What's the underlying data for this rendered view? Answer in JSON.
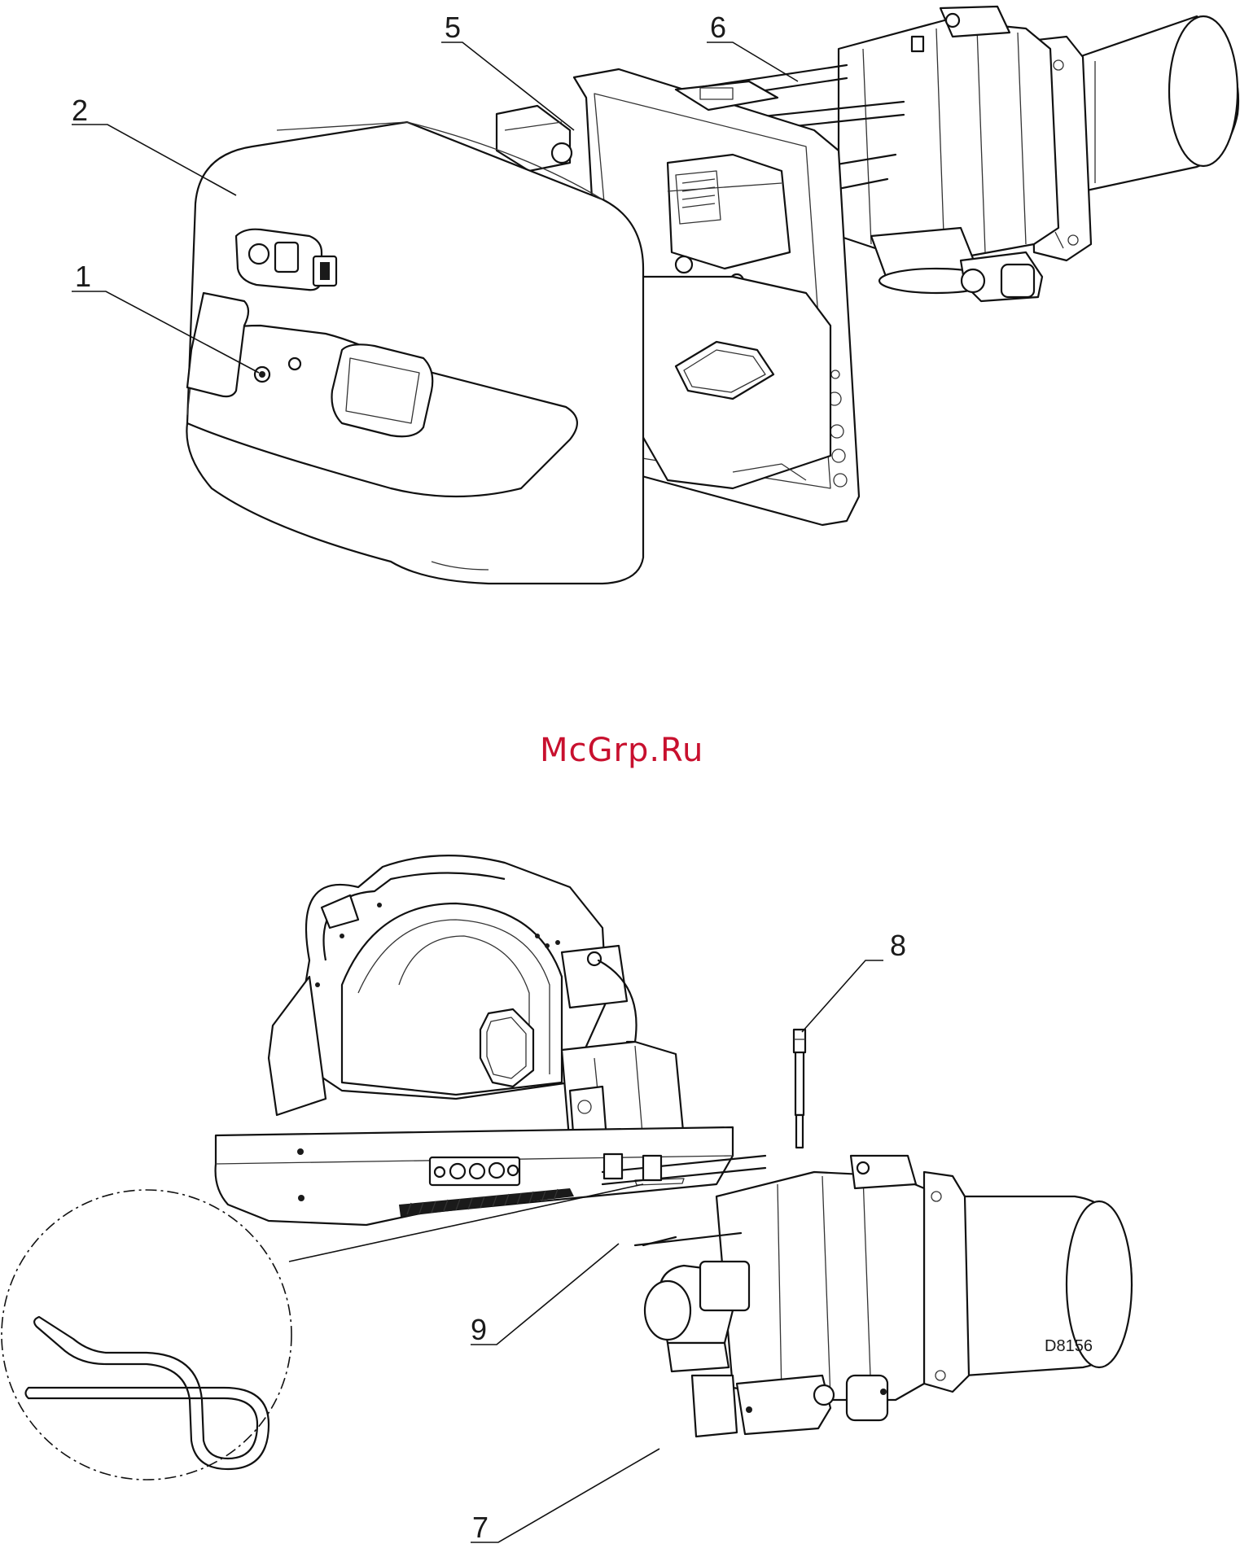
{
  "callouts": [
    {
      "id": "1",
      "label": "1"
    },
    {
      "id": "2",
      "label": "2"
    },
    {
      "id": "5",
      "label": "5"
    },
    {
      "id": "6",
      "label": "6"
    },
    {
      "id": "7",
      "label": "7"
    },
    {
      "id": "8",
      "label": "8"
    },
    {
      "id": "9",
      "label": "9"
    }
  ],
  "watermark": "McGrp.Ru",
  "drawing_code": "D8156",
  "colors": {
    "line": "#111111",
    "watermark": "#c8102e",
    "background": "#ffffff"
  }
}
